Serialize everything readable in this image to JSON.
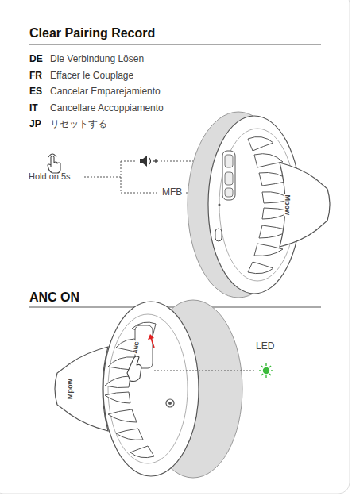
{
  "diagram": {
    "title": "Clear Pairing Record",
    "labels": [
      "DE",
      "Die Verbindung Lösen",
      "FR",
      "Effacer le Couplage",
      "ES",
      "Cancelar Emparejamiento",
      "IT",
      "Cancellare Accoppiamento",
      "JP",
      "リセットする",
      "Hold on 5s",
      "MFB",
      "Mpow",
      "ANC ON",
      "Mpow",
      "ANC",
      "LED"
    ]
  }
}
